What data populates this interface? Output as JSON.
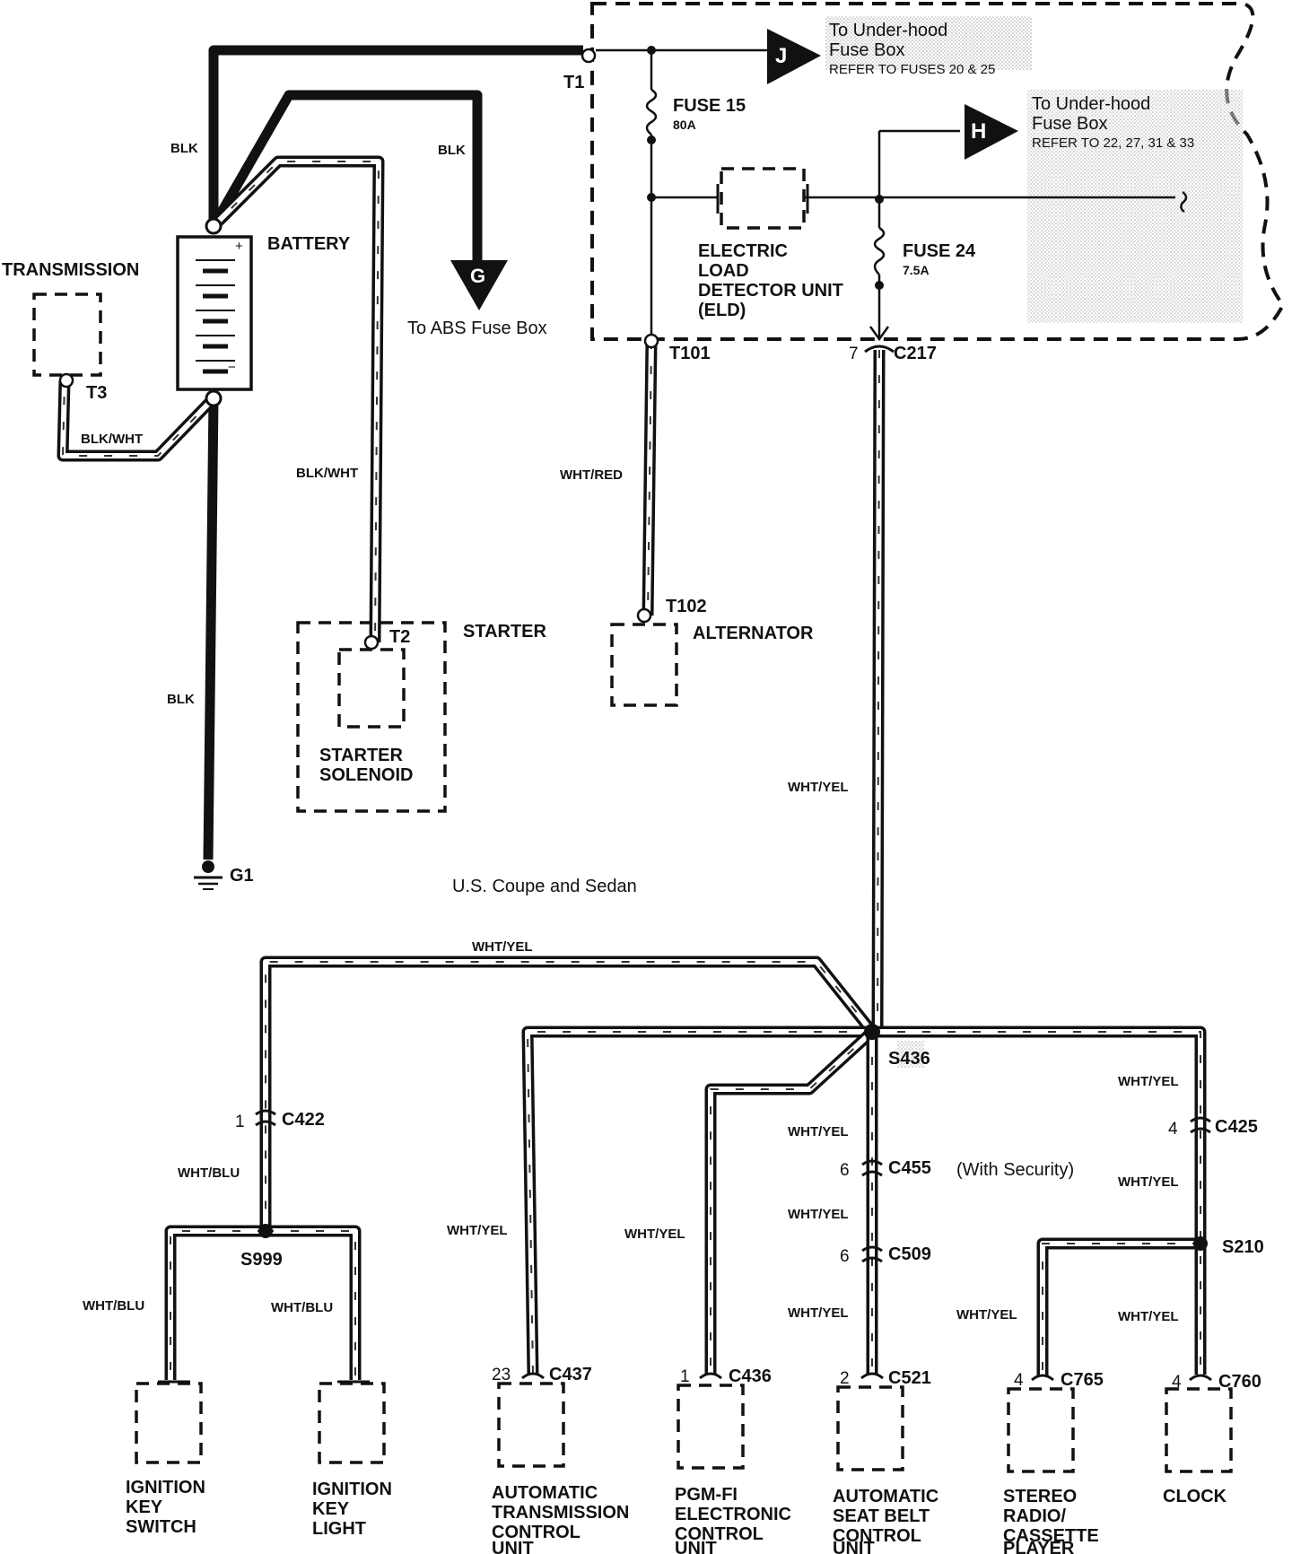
{
  "components": {
    "transmission": "TRANSMISSION",
    "battery": "BATTERY",
    "starter": "STARTER",
    "starter_solenoid": [
      "STARTER",
      "SOLENOID"
    ],
    "alternator": "ALTERNATOR",
    "fuse15": "FUSE 15",
    "fuse15_rating": "80A",
    "fuse24": "FUSE 24",
    "fuse24_rating": "7.5A",
    "eld": [
      "ELECTRIC",
      "LOAD",
      "DETECTOR UNIT",
      "(ELD)"
    ],
    "ignition_key_switch": [
      "IGNITION",
      "KEY",
      "SWITCH"
    ],
    "ignition_key_light": [
      "IGNITION",
      "KEY",
      "LIGHT"
    ],
    "atcu": [
      "AUTOMATIC",
      "TRANSMISSION",
      "CONTROL",
      "UNIT"
    ],
    "pgmfi": [
      "PGM-FI",
      "ELECTRONIC",
      "CONTROL",
      "UNIT"
    ],
    "seatbelt": [
      "AUTOMATIC",
      "SEAT BELT",
      "CONTROL",
      "UNIT"
    ],
    "stereo": [
      "STEREO",
      "RADIO/",
      "CASSETTE",
      "PLAYER"
    ],
    "clock": "CLOCK"
  },
  "references": {
    "J": {
      "letter": "J",
      "line1": "To Under-hood",
      "line2": "Fuse Box",
      "line3": "REFER TO FUSES 20 & 25"
    },
    "H": {
      "letter": "H",
      "line1": "To Under-hood",
      "line2": "Fuse Box",
      "line3": "REFER TO 22, 27, 31 & 33"
    },
    "G": {
      "letter": "G",
      "line1": "To ABS Fuse Box"
    }
  },
  "terminals": {
    "t1": "T1",
    "t2": "T2",
    "t3": "T3",
    "t101": "T101",
    "t102": "T102",
    "g1": "G1"
  },
  "connectors": {
    "c217": {
      "pin": "7",
      "name": "C217"
    },
    "c422": {
      "pin": "1",
      "name": "C422"
    },
    "c425": {
      "pin": "4",
      "name": "C425"
    },
    "c455": {
      "pin": "6",
      "name": "C455",
      "note": "(With Security)"
    },
    "c509": {
      "pin": "6",
      "name": "C509"
    },
    "c437": {
      "pin": "23",
      "name": "C437"
    },
    "c436": {
      "pin": "1",
      "name": "C436"
    },
    "c521": {
      "pin": "2",
      "name": "C521"
    },
    "c765": {
      "pin": "4",
      "name": "C765"
    },
    "c760": {
      "pin": "4",
      "name": "C760"
    }
  },
  "splices": {
    "s436": "S436",
    "s999": "S999",
    "s210": "S210"
  },
  "wire_colors": {
    "blk_top": "BLK",
    "blk_g": "BLK",
    "blk_ground": "BLK",
    "blkwht_trans": "BLK/WHT",
    "blkwht_starter": "BLK/WHT",
    "whtred_alt": "WHT/RED",
    "whtyel_main": "WHT/YEL",
    "whtyel_top_branch": "WHT/YEL",
    "whtblu_c422": "WHT/BLU",
    "whtblu_switch": "WHT/BLU",
    "whtblu_light": "WHT/BLU",
    "whtyel_atcu": "WHT/YEL",
    "whtyel_pgmfi": "WHT/YEL",
    "whtyel_c455_a": "WHT/YEL",
    "whtyel_c455_b": "WHT/YEL",
    "whtyel_c521": "WHT/YEL",
    "whtyel_c425_a": "WHT/YEL",
    "whtyel_c425_b": "WHT/YEL",
    "whtyel_stereo": "WHT/YEL",
    "whtyel_clock": "WHT/YEL"
  },
  "notes": {
    "model": "U.S. Coupe and Sedan"
  }
}
